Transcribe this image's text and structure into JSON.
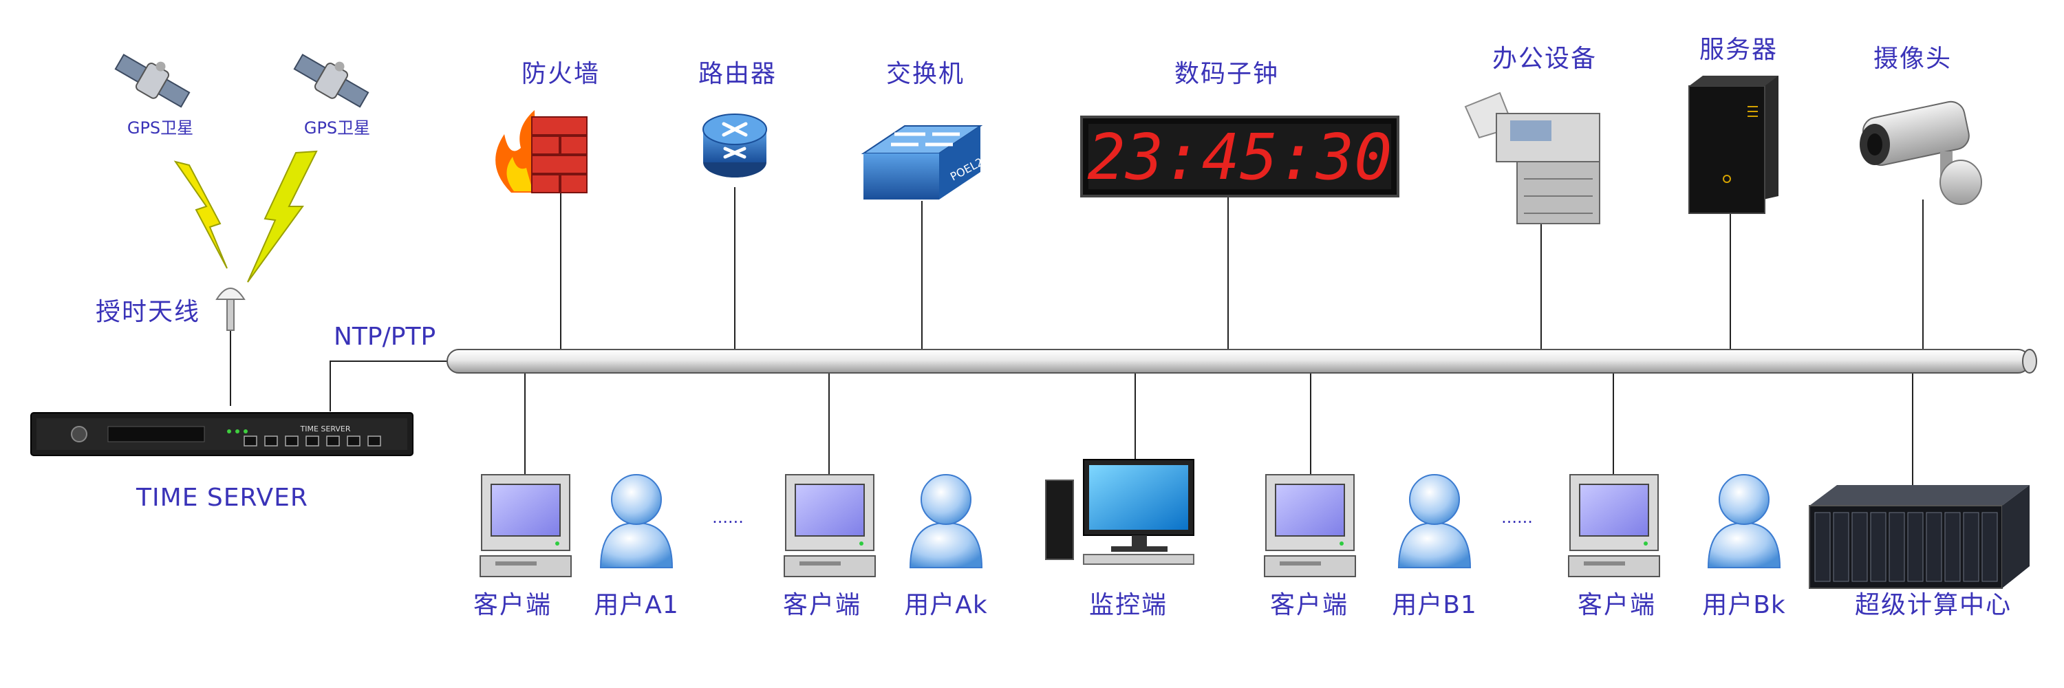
{
  "satellites": [
    {
      "label": "GPS卫星"
    },
    {
      "label": "GPS卫星"
    }
  ],
  "antenna": {
    "label": "授时天线"
  },
  "protocol": {
    "label": "NTP/PTP"
  },
  "server": {
    "label": "TIME SERVER",
    "panel_title": "TIME SERVER"
  },
  "top_devices": [
    {
      "label": "防火墙",
      "icon": "firewall-icon"
    },
    {
      "label": "路由器",
      "icon": "router-icon"
    },
    {
      "label": "交换机",
      "icon": "switch-icon",
      "badge": "POEL2"
    },
    {
      "label": "数码子钟",
      "icon": "digital-clock-icon",
      "time": "23:45:30"
    },
    {
      "label": "办公设备",
      "icon": "office-printer-icon"
    },
    {
      "label": "服务器",
      "icon": "server-tower-icon"
    },
    {
      "label": "摄像头",
      "icon": "camera-icon"
    }
  ],
  "bottom_nodes": [
    {
      "label": "客户端",
      "icon": "client-computer-icon"
    },
    {
      "label": "用户A1",
      "icon": "user-icon"
    },
    {
      "label": "......",
      "icon": "ellipsis"
    },
    {
      "label": "客户端",
      "icon": "client-computer-icon"
    },
    {
      "label": "用户Ak",
      "icon": "user-icon"
    },
    {
      "label": "监控端",
      "icon": "monitor-workstation-icon"
    },
    {
      "label": "客户端",
      "icon": "client-computer-icon"
    },
    {
      "label": "用户B1",
      "icon": "user-icon"
    },
    {
      "label": "......",
      "icon": "ellipsis"
    },
    {
      "label": "客户端",
      "icon": "client-computer-icon"
    },
    {
      "label": "用户Bk",
      "icon": "user-icon"
    },
    {
      "label": "超级计算中心",
      "icon": "supercomputer-icon"
    }
  ],
  "colors": {
    "label": "#3a33b8",
    "clock_digits": "#e8231f",
    "lightning": "#f2e600",
    "bus": "#d9d9d9"
  }
}
